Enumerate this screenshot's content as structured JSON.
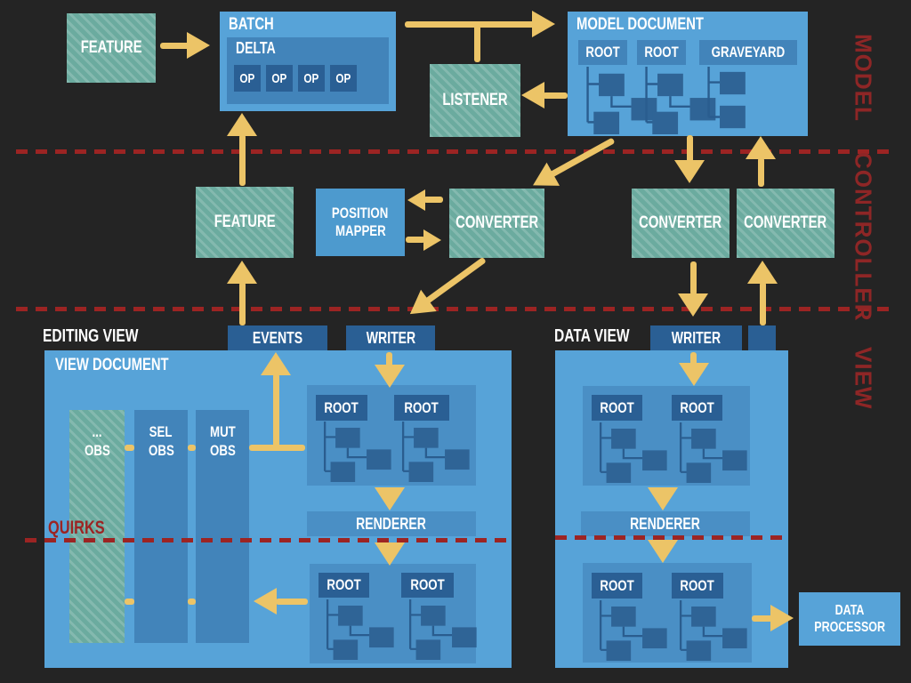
{
  "layers": {
    "model": "MODEL",
    "controller": "CONTROLLER",
    "view": "VIEW"
  },
  "model": {
    "feature": "FEATURE",
    "batch": "BATCH",
    "delta": "DELTA",
    "ops": [
      "OP",
      "OP",
      "OP",
      "OP"
    ],
    "listener": "LISTENER",
    "document_title": "MODEL DOCUMENT",
    "roots": [
      "ROOT",
      "ROOT",
      "GRAVEYARD"
    ]
  },
  "controller": {
    "feature": "FEATURE",
    "position_mapper": {
      "line1": "POSITION",
      "line2": "MAPPER"
    },
    "converter_mid": "CONVERTER",
    "converter_left": "CONVERTER",
    "converter_right": "CONVERTER"
  },
  "editing_view": {
    "title": "EDITING VIEW",
    "events": "EVENTS",
    "writer": "WRITER",
    "document_title": "VIEW DOCUMENT",
    "observers": [
      {
        "line1": "...",
        "line2": "OBS"
      },
      {
        "line1": "SEL",
        "line2": "OBS"
      },
      {
        "line1": "MUT",
        "line2": "OBS"
      }
    ],
    "roots_top": [
      "ROOT",
      "ROOT"
    ],
    "renderer": "RENDERER",
    "quirks": "QUIRKS",
    "roots_bottom": [
      "ROOT",
      "ROOT"
    ]
  },
  "data_view": {
    "title": "DATA VIEW",
    "writer": "WRITER",
    "roots_top": [
      "ROOT",
      "ROOT"
    ],
    "renderer": "RENDERER",
    "roots_bottom": [
      "ROOT",
      "ROOT"
    ],
    "data_processor": {
      "line1": "DATA",
      "line2": "PROCESSOR"
    }
  },
  "colors": {
    "background": "#242424",
    "box_light_blue": "#57a3d8",
    "box_mid_blue": "#4284ba",
    "box_panel_blue": "#4a8fc5",
    "box_dark_blue": "#2a5f94",
    "teal": "#6bab9f",
    "arrow_yellow": "#ecc467",
    "line_red": "#9c2423",
    "label_red": "#8e2626"
  }
}
